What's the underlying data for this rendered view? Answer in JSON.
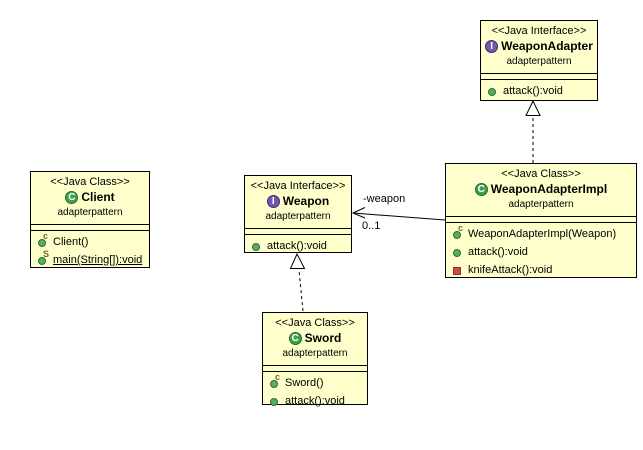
{
  "diagram": {
    "type": "uml-class-diagram",
    "colors": {
      "box_fill": "#ffffcb",
      "box_border": "#000000",
      "class_icon_green": "#3ea24d",
      "interface_icon_purple": "#6f58a8",
      "public_method_green": "#57ad62",
      "private_method_red": "#c94b4b",
      "adornment_olive": "#6b6b22",
      "background": "#ffffff"
    },
    "classes": [
      {
        "stereotype": "<<Java Interface>>",
        "icon_letter": "I",
        "kind": "interface",
        "name": "WeaponAdapter",
        "package": "adapterpattern",
        "methods": [
          {
            "label": "attack():void",
            "visibility": "public",
            "adornment": ""
          }
        ]
      },
      {
        "stereotype": "<<Java Class>>",
        "icon_letter": "C",
        "kind": "class",
        "name": "WeaponAdapterImpl",
        "package": "adapterpattern",
        "methods": [
          {
            "label": "WeaponAdapterImpl(Weapon)",
            "visibility": "public",
            "adornment": "c"
          },
          {
            "label": "attack():void",
            "visibility": "public",
            "adornment": ""
          },
          {
            "label": "knifeAttack():void",
            "visibility": "private",
            "adornment": ""
          }
        ]
      },
      {
        "stereotype": "<<Java Interface>>",
        "icon_letter": "I",
        "kind": "interface",
        "name": "Weapon",
        "package": "adapterpattern",
        "methods": [
          {
            "label": "attack():void",
            "visibility": "public",
            "adornment": ""
          }
        ]
      },
      {
        "stereotype": "<<Java Class>>",
        "icon_letter": "C",
        "kind": "class",
        "name": "Client",
        "package": "adapterpattern",
        "methods": [
          {
            "label": "Client()",
            "visibility": "public",
            "adornment": "c"
          },
          {
            "label": "main(String[]):void",
            "visibility": "public",
            "adornment": "S",
            "static": true
          }
        ]
      },
      {
        "stereotype": "<<Java Class>>",
        "icon_letter": "C",
        "kind": "class",
        "name": "Sword",
        "package": "adapterpattern",
        "methods": [
          {
            "label": "Sword()",
            "visibility": "public",
            "adornment": "c"
          },
          {
            "label": "attack():void",
            "visibility": "public",
            "adornment": ""
          }
        ]
      }
    ],
    "association": {
      "role_label": "-weapon",
      "multiplicity": "0..1"
    }
  }
}
